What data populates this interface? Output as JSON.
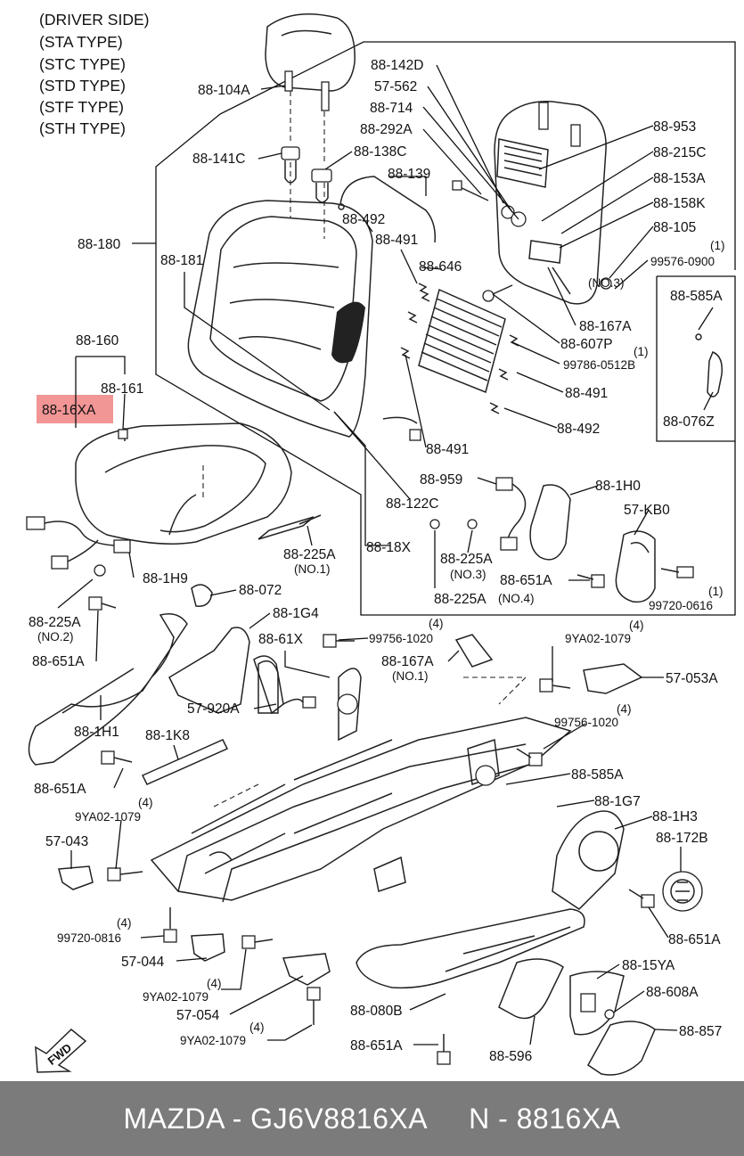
{
  "header_lines": [
    "(DRIVER SIDE)",
    "(STA TYPE)",
    "(STC TYPE)",
    "(STD TYPE)",
    "(STF TYPE)",
    "(STH TYPE)"
  ],
  "highlighted_part": "88-16XA",
  "highlight_color": "#f08a8a",
  "parts": {
    "p88_104A": "88-104A",
    "p88_141C": "88-141C",
    "p88_138C": "88-138C",
    "p88_139": "88-139",
    "p88_180": "88-180",
    "p88_181": "88-181",
    "p88_492a": "88-492",
    "p88_491a": "88-491",
    "p88_646": "88-646",
    "p88_142D": "88-142D",
    "p57_562": "57-562",
    "p88_714": "88-714",
    "p88_292A": "88-292A",
    "p88_953": "88-953",
    "p88_215C": "88-215C",
    "p88_153A": "88-153A",
    "p88_158K": "88-158K",
    "p88_105": "88-105",
    "q1a": "(1)",
    "p99576_0900": "99576-0900",
    "no3a": "(NO.3)",
    "p88_167A": "88-167A",
    "p88_607P": "88-607P",
    "q1b": "(1)",
    "p99786_0512B": "99786-0512B",
    "p88_491b": "88-491",
    "p88_492b": "88-492",
    "p88_491c": "88-491",
    "p88_585A_top": "88-585A",
    "p88_076Z": "88-076Z",
    "p88_160": "88-160",
    "p88_161": "88-161",
    "p88_16XA": "88-16XA",
    "p88_959": "88-959",
    "p88_122C": "88-122C",
    "p88_18X": "88-18X",
    "p88_225A_no1": "88-225A",
    "no1": "(NO.1)",
    "p88_225A_no3": "88-225A",
    "no3b": "(NO.3)",
    "p88_225A_no4": "88-225A",
    "no4": "(NO.4)",
    "p88_1H0": "88-1H0",
    "p57_KB0": "57-KB0",
    "p88_651A_a": "88-651A",
    "q1c": "(1)",
    "p99720_0616": "99720-0616",
    "p88_1H9": "88-1H9",
    "p88_072": "88-072",
    "p88_225A_no2": "88-225A",
    "no2": "(NO.2)",
    "p88_651A_b": "88-651A",
    "p88_1G4": "88-1G4",
    "p88_61X": "88-61X",
    "q4a": "(4)",
    "p99756_1020a": "99756-1020",
    "q4b": "(4)",
    "p9YA02_1079a": "9YA02-1079",
    "p88_167A_no1": "88-167A",
    "no1b": "(NO.1)",
    "p57_053A": "57-053A",
    "p57_920A": "57-920A",
    "p88_1H1": "88-1H1",
    "p88_1K8": "88-1K8",
    "q4c": "(4)",
    "p99756_1020b": "99756-1020",
    "p88_585A_bot": "88-585A",
    "p88_651A_c": "88-651A",
    "q4d": "(4)",
    "p9YA02_1079b": "9YA02-1079",
    "p57_043": "57-043",
    "p88_1G7": "88-1G7",
    "p88_1H3": "88-1H3",
    "p88_172B": "88-172B",
    "q4e": "(4)",
    "p99720_0816": "99720-0816",
    "p57_044": "57-044",
    "p88_651A_d": "88-651A",
    "q4f": "(4)",
    "p9YA02_1079c": "9YA02-1079",
    "p57_054": "57-054",
    "p88_15YA": "88-15YA",
    "p88_608A": "88-608A",
    "p88_080B": "88-080B",
    "q4g": "(4)",
    "p9YA02_1079d": "9YA02-1079",
    "p88_857": "88-857",
    "p88_651A_e": "88-651A",
    "p88_596": "88-596",
    "fwd": "FWD"
  },
  "footer": {
    "left": "MAZDA - GJ6V8816XA",
    "right": "N - 8816XA",
    "background": "#7b7b7b"
  }
}
